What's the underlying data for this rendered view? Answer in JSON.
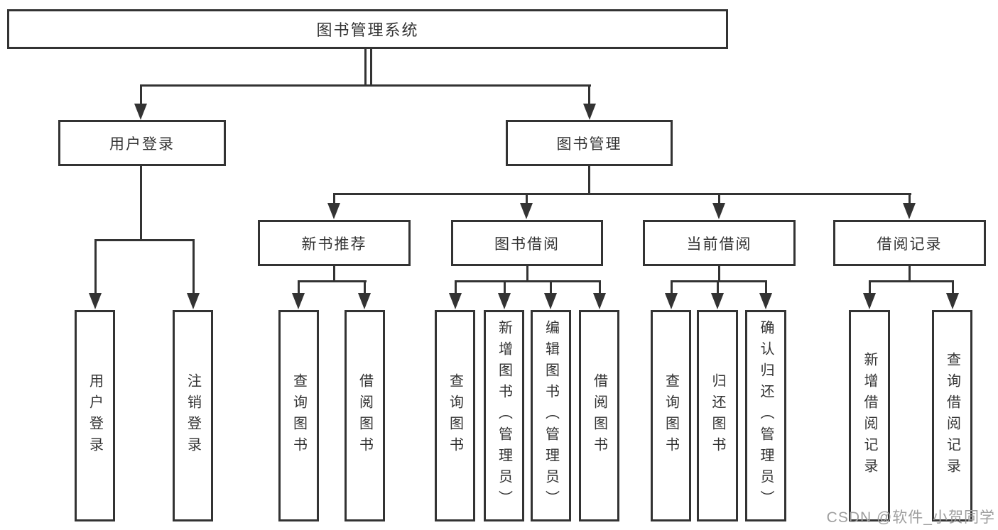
{
  "colors": {
    "line": "#333333",
    "text": "#333333",
    "watermark": "#9e9e9e",
    "background": "#ffffff"
  },
  "watermark": {
    "text": "CSDN @软件_小贺同学"
  },
  "tree": {
    "root": {
      "label": "图书管理系统",
      "children": [
        {
          "label": "用户登录",
          "children": [
            {
              "label": "用户登录"
            },
            {
              "label": "注销登录"
            }
          ]
        },
        {
          "label": "图书管理",
          "children": [
            {
              "label": "新书推荐",
              "children": [
                {
                  "label": "查询图书"
                },
                {
                  "label": "借阅图书"
                }
              ]
            },
            {
              "label": "图书借阅",
              "children": [
                {
                  "label": "查询图书"
                },
                {
                  "label": "新增图书（管理员）"
                },
                {
                  "label": "编辑图书（管理员）"
                },
                {
                  "label": "借阅图书"
                }
              ]
            },
            {
              "label": "当前借阅",
              "children": [
                {
                  "label": "查询图书"
                },
                {
                  "label": "归还图书"
                },
                {
                  "label": "确认归还（管理员）"
                }
              ]
            },
            {
              "label": "借阅记录",
              "children": [
                {
                  "label": "新增借阅记录"
                },
                {
                  "label": "查询借阅记录"
                }
              ]
            }
          ]
        }
      ]
    }
  }
}
